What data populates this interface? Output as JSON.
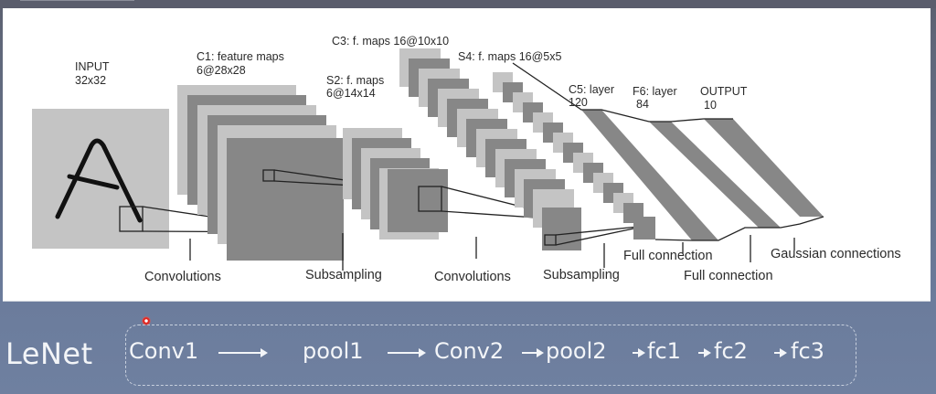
{
  "diagram": {
    "title_labels": {
      "input": [
        "INPUT",
        "32x32"
      ],
      "c1": [
        "C1: feature maps",
        "6@28x28"
      ],
      "s2": [
        "S2: f. maps",
        "6@14x14"
      ],
      "c3": [
        "C3: f. maps 16@10x10"
      ],
      "s4": [
        "S4: f. maps 16@5x5"
      ],
      "c5": [
        "C5: layer",
        "120"
      ],
      "f6": [
        "F6: layer",
        "84"
      ],
      "output": [
        "OUTPUT",
        "10"
      ]
    },
    "operations": [
      "Convolutions",
      "Subsampling",
      "Convolutions",
      "Subsampling",
      "Full connection",
      "Full connection",
      "Gaussian connections"
    ],
    "input_glyph": "A",
    "colors": {
      "light_map": "#c4c4c4",
      "dark_map": "#878787",
      "background": "#ffffff",
      "text": "#2a2a2a"
    }
  },
  "caption": {
    "model_name": "LeNet",
    "pipeline": [
      "Conv1",
      "pool1",
      "Conv2",
      "pool2",
      "fc1",
      "fc2",
      "fc3"
    ],
    "text_color": "#f3f5f8"
  },
  "cursor": {
    "color": "#e3261f"
  }
}
